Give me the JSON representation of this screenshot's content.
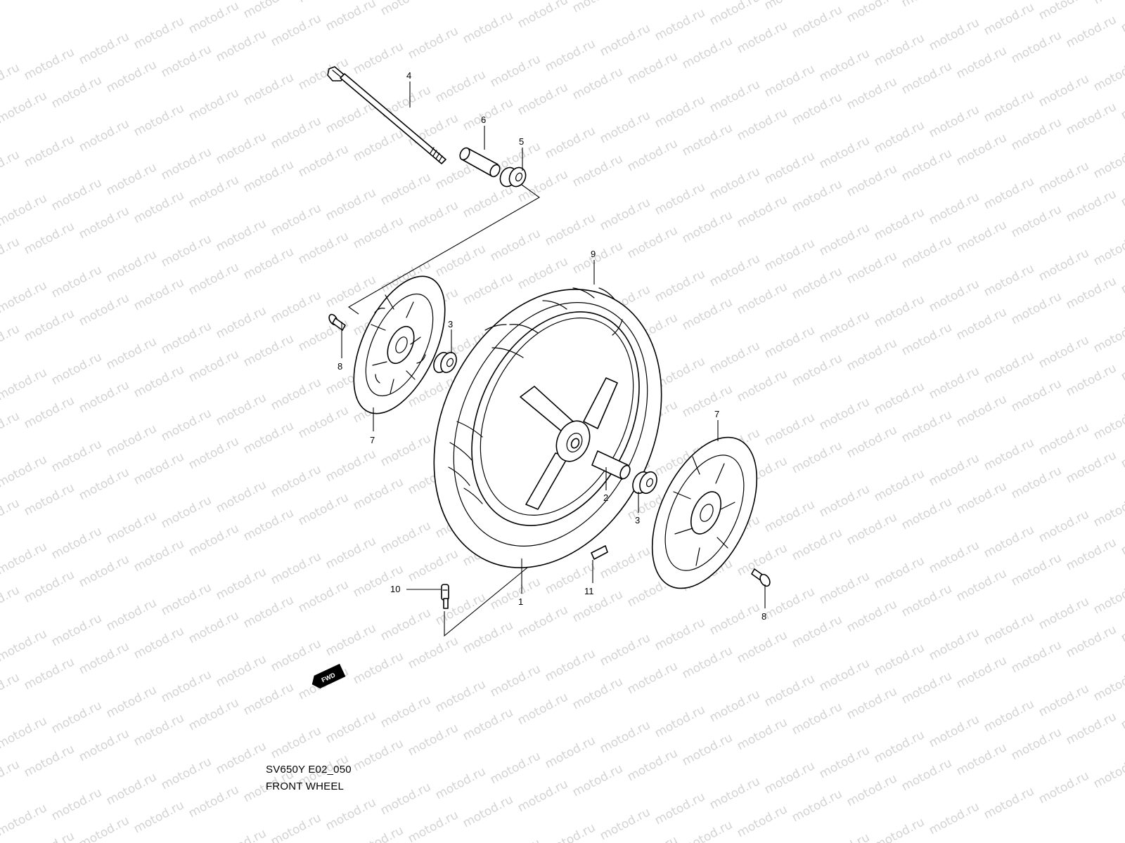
{
  "watermark": {
    "text": "motod.ru",
    "color": "#d3d3d3"
  },
  "diagram": {
    "model_code": "SV650Y E02_050",
    "title": "FRONT WHEEL",
    "direction_badge": "FWD",
    "callouts": [
      {
        "id": "1",
        "part": "wheel-rim"
      },
      {
        "id": "2",
        "part": "spacer"
      },
      {
        "id": "3",
        "part": "bearing"
      },
      {
        "id": "4",
        "part": "axle"
      },
      {
        "id": "5",
        "part": "collar"
      },
      {
        "id": "6",
        "part": "spacer-sleeve"
      },
      {
        "id": "7",
        "part": "brake-disc"
      },
      {
        "id": "8",
        "part": "disc-bolt"
      },
      {
        "id": "9",
        "part": "tire"
      },
      {
        "id": "10",
        "part": "valve"
      },
      {
        "id": "11",
        "part": "balancer-weight"
      }
    ]
  }
}
